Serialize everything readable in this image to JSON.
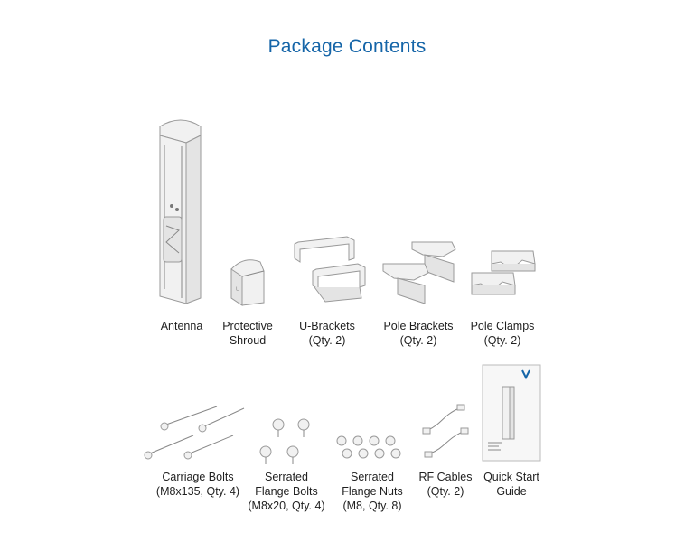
{
  "title": "Package Contents",
  "items": [
    {
      "name": "antenna",
      "lines": [
        "Antenna"
      ]
    },
    {
      "name": "protective-shroud",
      "lines": [
        "Protective",
        "Shroud"
      ]
    },
    {
      "name": "u-brackets",
      "lines": [
        "U-Brackets",
        "(Qty. 2)"
      ]
    },
    {
      "name": "pole-brackets",
      "lines": [
        "Pole Brackets",
        "(Qty. 2)"
      ]
    },
    {
      "name": "pole-clamps",
      "lines": [
        "Pole Clamps",
        "(Qty. 2)"
      ]
    },
    {
      "name": "carriage-bolts",
      "lines": [
        "Carriage Bolts",
        "(M8x135, Qty. 4)"
      ]
    },
    {
      "name": "serrated-flange-bolts",
      "lines": [
        "Serrated",
        "Flange Bolts",
        "(M8x20, Qty. 4)"
      ]
    },
    {
      "name": "serrated-flange-nuts",
      "lines": [
        "Serrated",
        "Flange Nuts",
        "(M8, Qty. 8)"
      ]
    },
    {
      "name": "rf-cables",
      "lines": [
        "RF Cables",
        "(Qty. 2)"
      ]
    },
    {
      "name": "quick-start-guide",
      "lines": [
        "Quick Start",
        "Guide"
      ]
    }
  ]
}
